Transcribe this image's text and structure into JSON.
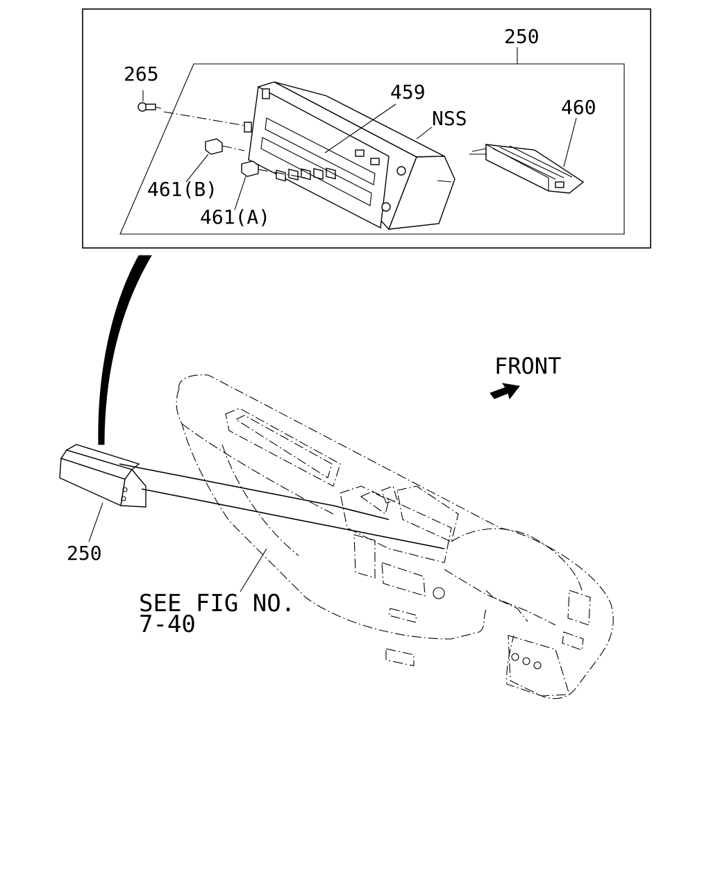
{
  "labels": {
    "assembly_top": "250",
    "screw": "265",
    "control_unit": "459",
    "nss": "NSS",
    "module": "460",
    "knob_b": "461(B)",
    "knob_a": "461(A)",
    "assembly_bottom": "250",
    "front": "FRONT",
    "see_fig_line1": "SEE FIG NO.",
    "see_fig_line2": "7-40"
  },
  "icons": {
    "front_arrow": "arrow-icon"
  }
}
